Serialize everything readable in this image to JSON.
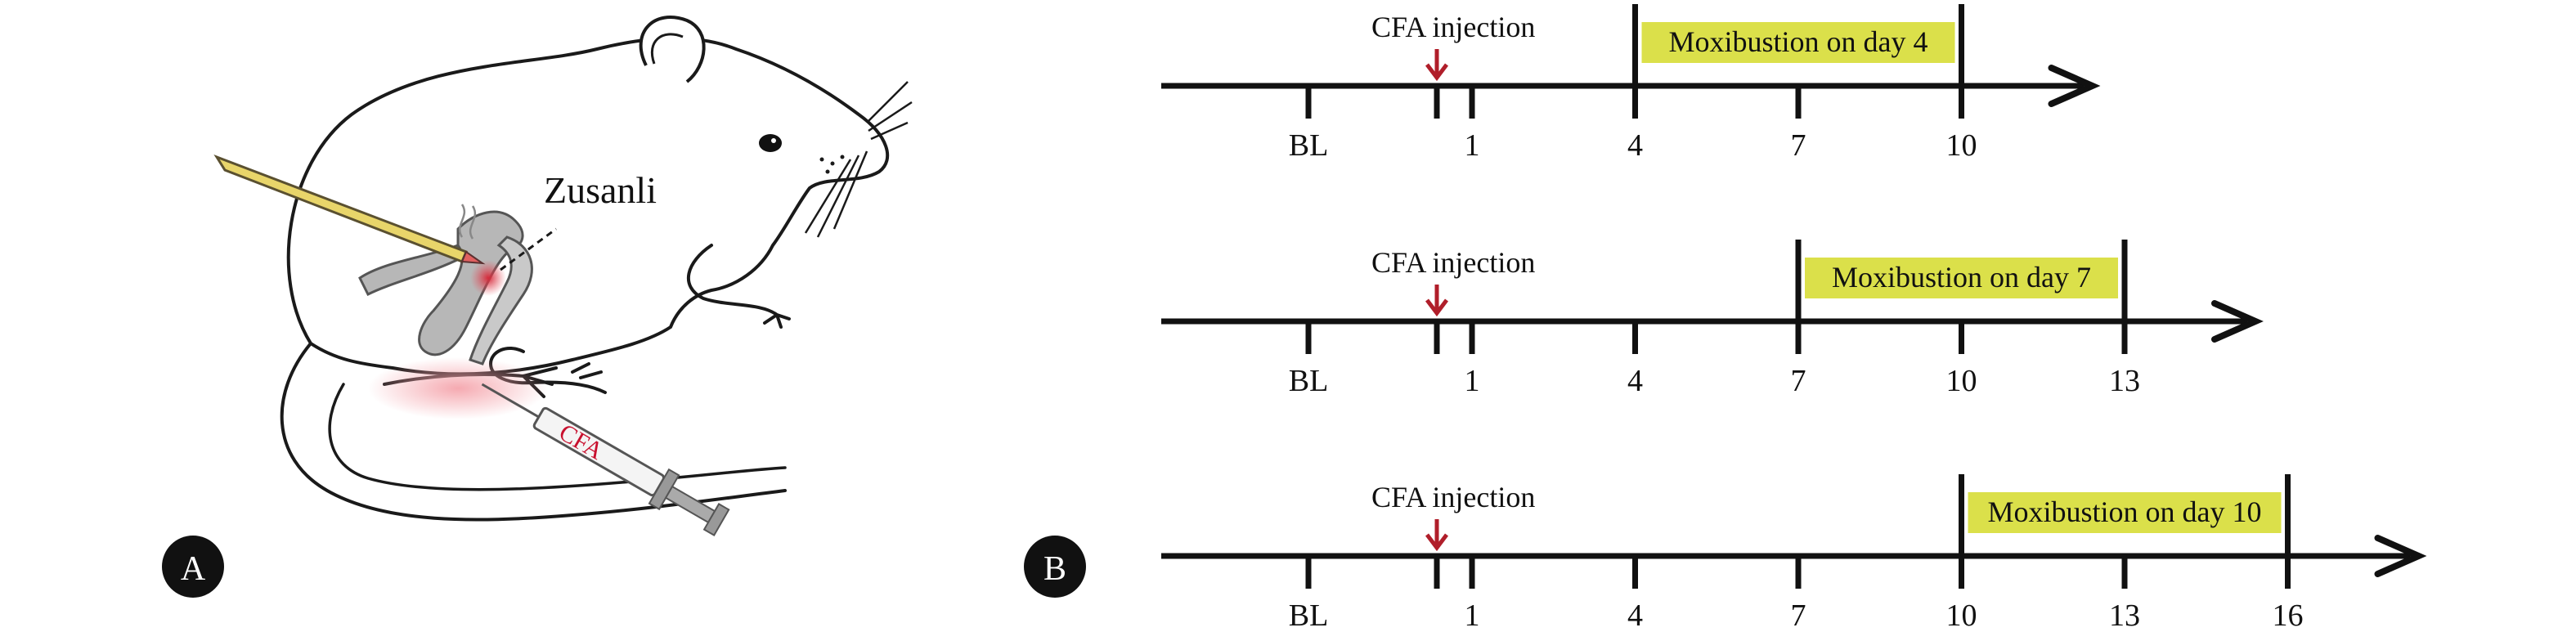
{
  "panel_a": {
    "letter": "A",
    "acupoint_label": "Zusanli",
    "syringe_label": "CFA"
  },
  "panel_b": {
    "letter": "B",
    "colors": {
      "highlight": "#dbe04a",
      "arrow": "#b01e2a",
      "line": "#111111"
    },
    "timelines": [
      {
        "injection_label": "CFA injection",
        "moxibustion_label": "Moxibustion on day 4",
        "moxibustion_start": 4,
        "moxibustion_end": 10,
        "ticks": [
          "BL",
          "1",
          "4",
          "7",
          "10"
        ]
      },
      {
        "injection_label": "CFA injection",
        "moxibustion_label": "Moxibustion on day 7",
        "moxibustion_start": 7,
        "moxibustion_end": 13,
        "ticks": [
          "BL",
          "1",
          "4",
          "7",
          "10",
          "13"
        ]
      },
      {
        "injection_label": "CFA injection",
        "moxibustion_label": "Moxibustion on day 10",
        "moxibustion_start": 10,
        "moxibustion_end": 16,
        "ticks": [
          "BL",
          "1",
          "4",
          "7",
          "10",
          "13",
          "16"
        ]
      }
    ]
  }
}
